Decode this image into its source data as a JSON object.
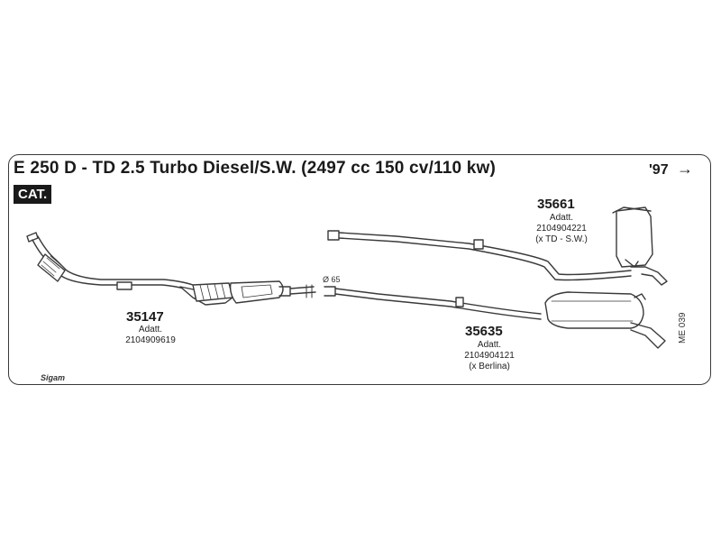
{
  "header": {
    "title": "E 250 D - TD 2.5 Turbo Diesel/S.W. (2497 cc 150 cv/110 kw)",
    "year": "'97",
    "arrow": "→",
    "badge": "CAT."
  },
  "parts": {
    "front": {
      "code": "35147",
      "adatt": "Adatt.",
      "number": "2104909619",
      "note": ""
    },
    "rear_sw": {
      "code": "35661",
      "adatt": "Adatt.",
      "number": "2104904221",
      "note": "(x TD - S.W.)"
    },
    "rear_berlina": {
      "code": "35635",
      "adatt": "Adatt.",
      "number": "2104904121",
      "note": "(x Berlina)"
    }
  },
  "diameter_label": "Ø 65",
  "brand": "Sigam",
  "reference": "ME 039",
  "colors": {
    "line": "#3a3a3a",
    "fill": "#ffffff",
    "badge": "#1a1a1a"
  }
}
